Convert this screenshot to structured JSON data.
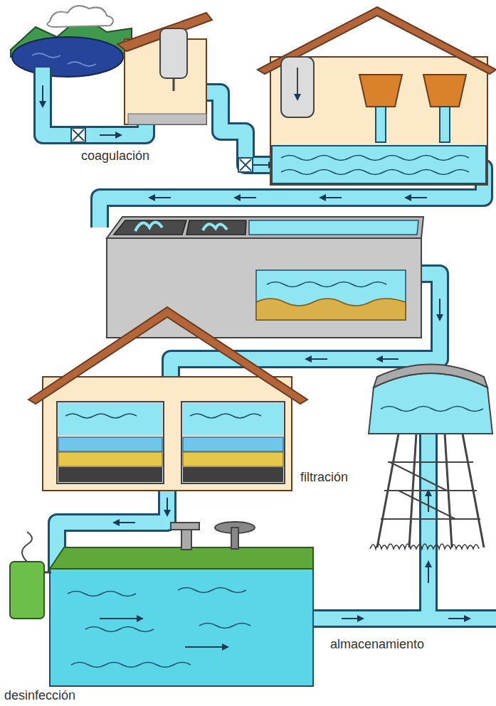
{
  "diagram": {
    "labels": [
      "coagulación",
      "filtración",
      "almacenamiento",
      "desinfección"
    ]
  }
}
